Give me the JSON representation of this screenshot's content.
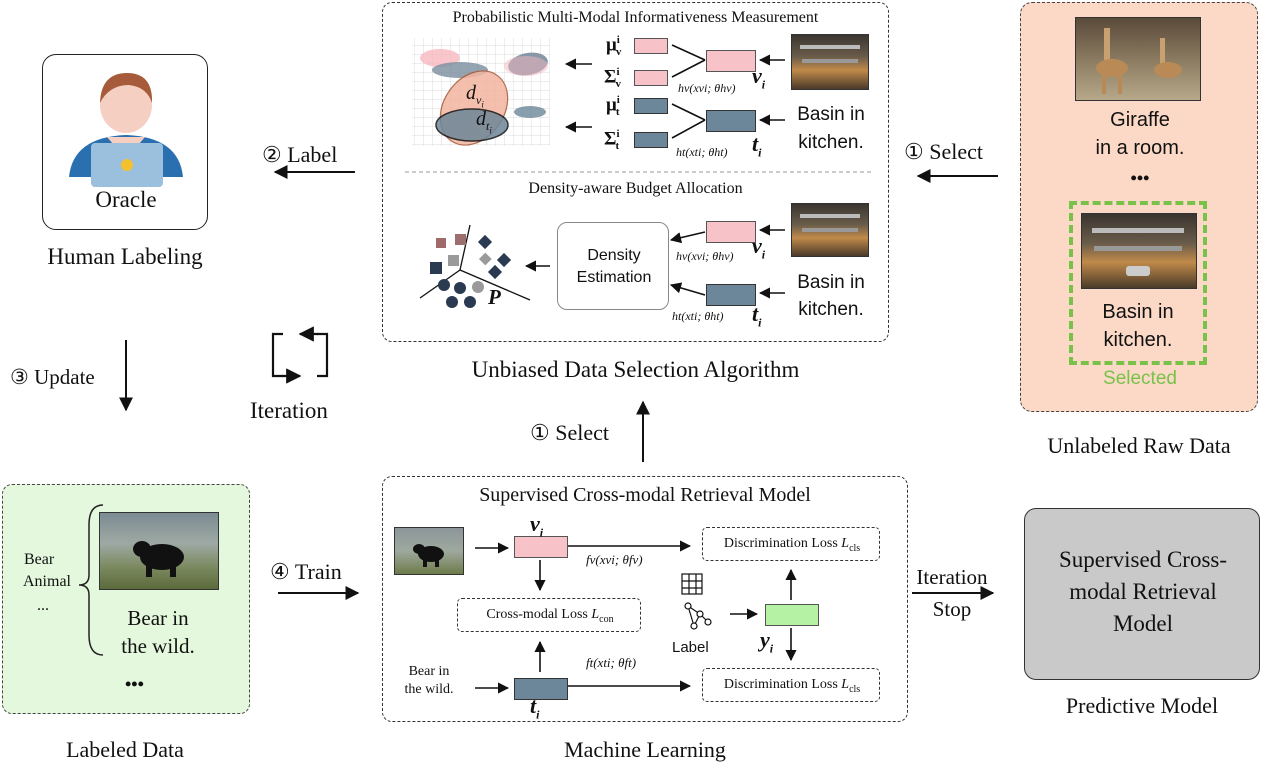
{
  "human": {
    "oracle_label": "Oracle",
    "caption": "Human Labeling",
    "step_label": "② Label"
  },
  "update_step": "③ Update",
  "iteration_label": "Iteration",
  "labeled": {
    "tags": [
      "Bear",
      "Animal",
      "..."
    ],
    "text_line1": "Bear in",
    "text_line2": "the wild.",
    "more": "•••",
    "caption": "Labeled Data"
  },
  "train_step": "④ Train",
  "unbiased": {
    "pmm_title": "Probabilistic Multi-Modal Informativeness Measurement",
    "dba_title": "Density-aware Budget Allocation",
    "caption": "Unbiased Data Selection Algorithm",
    "mu_v": "μ",
    "sigma_v": "Σ",
    "sup_i": "i",
    "sub_v": "v",
    "sub_t": "t",
    "v_i": "v",
    "t_i": "t",
    "d_v": "d",
    "d_t": "d",
    "h_v": "hv(xvi; θhv)",
    "h_t": "ht(xti; θht)",
    "basin_line1": "Basin in",
    "basin_line2": "kitchen.",
    "density_line1": "Density",
    "density_line2": "Estimation",
    "P_label": "P"
  },
  "select_step_right": "① Select",
  "select_step_center": "① Select",
  "unlabeled": {
    "giraffe_line1": "Giraffe",
    "giraffe_line2": "in a room.",
    "more": "•••",
    "basin_line1": "Basin in",
    "basin_line2": "kitchen.",
    "selected_label": "Selected",
    "caption": "Unlabeled Raw Data",
    "bg_color": "#fbd9c6",
    "selected_color": "#78c24a"
  },
  "ml": {
    "title": "Supervised Cross-modal Retrieval Model",
    "v_label": "v",
    "t_label": "t",
    "y_label": "y",
    "f_v": "fv(xvi; θfv)",
    "f_t": "ft(xti; θft)",
    "disc_loss": "Discrimination Loss",
    "disc_sym": "L",
    "disc_sub": "cls",
    "cross_loss": "Cross-modal Loss",
    "cross_sub": "con",
    "label_text": "Label",
    "bear_line1": "Bear in",
    "bear_line2": "the wild.",
    "caption": "Machine Learning"
  },
  "iteration_stop_line1": "Iteration",
  "iteration_stop_line2": "Stop",
  "predictive": {
    "line1": "Supervised Cross-",
    "line2": "modal Retrieval",
    "line3": "Model",
    "caption": "Predictive Model",
    "bg_color": "#c9c9c9"
  },
  "colors": {
    "pink_block": "#f8c3c8",
    "blue_block": "#6c8799",
    "green_block": "#b5f2a4",
    "labeled_bg": "#e4f8dd"
  }
}
